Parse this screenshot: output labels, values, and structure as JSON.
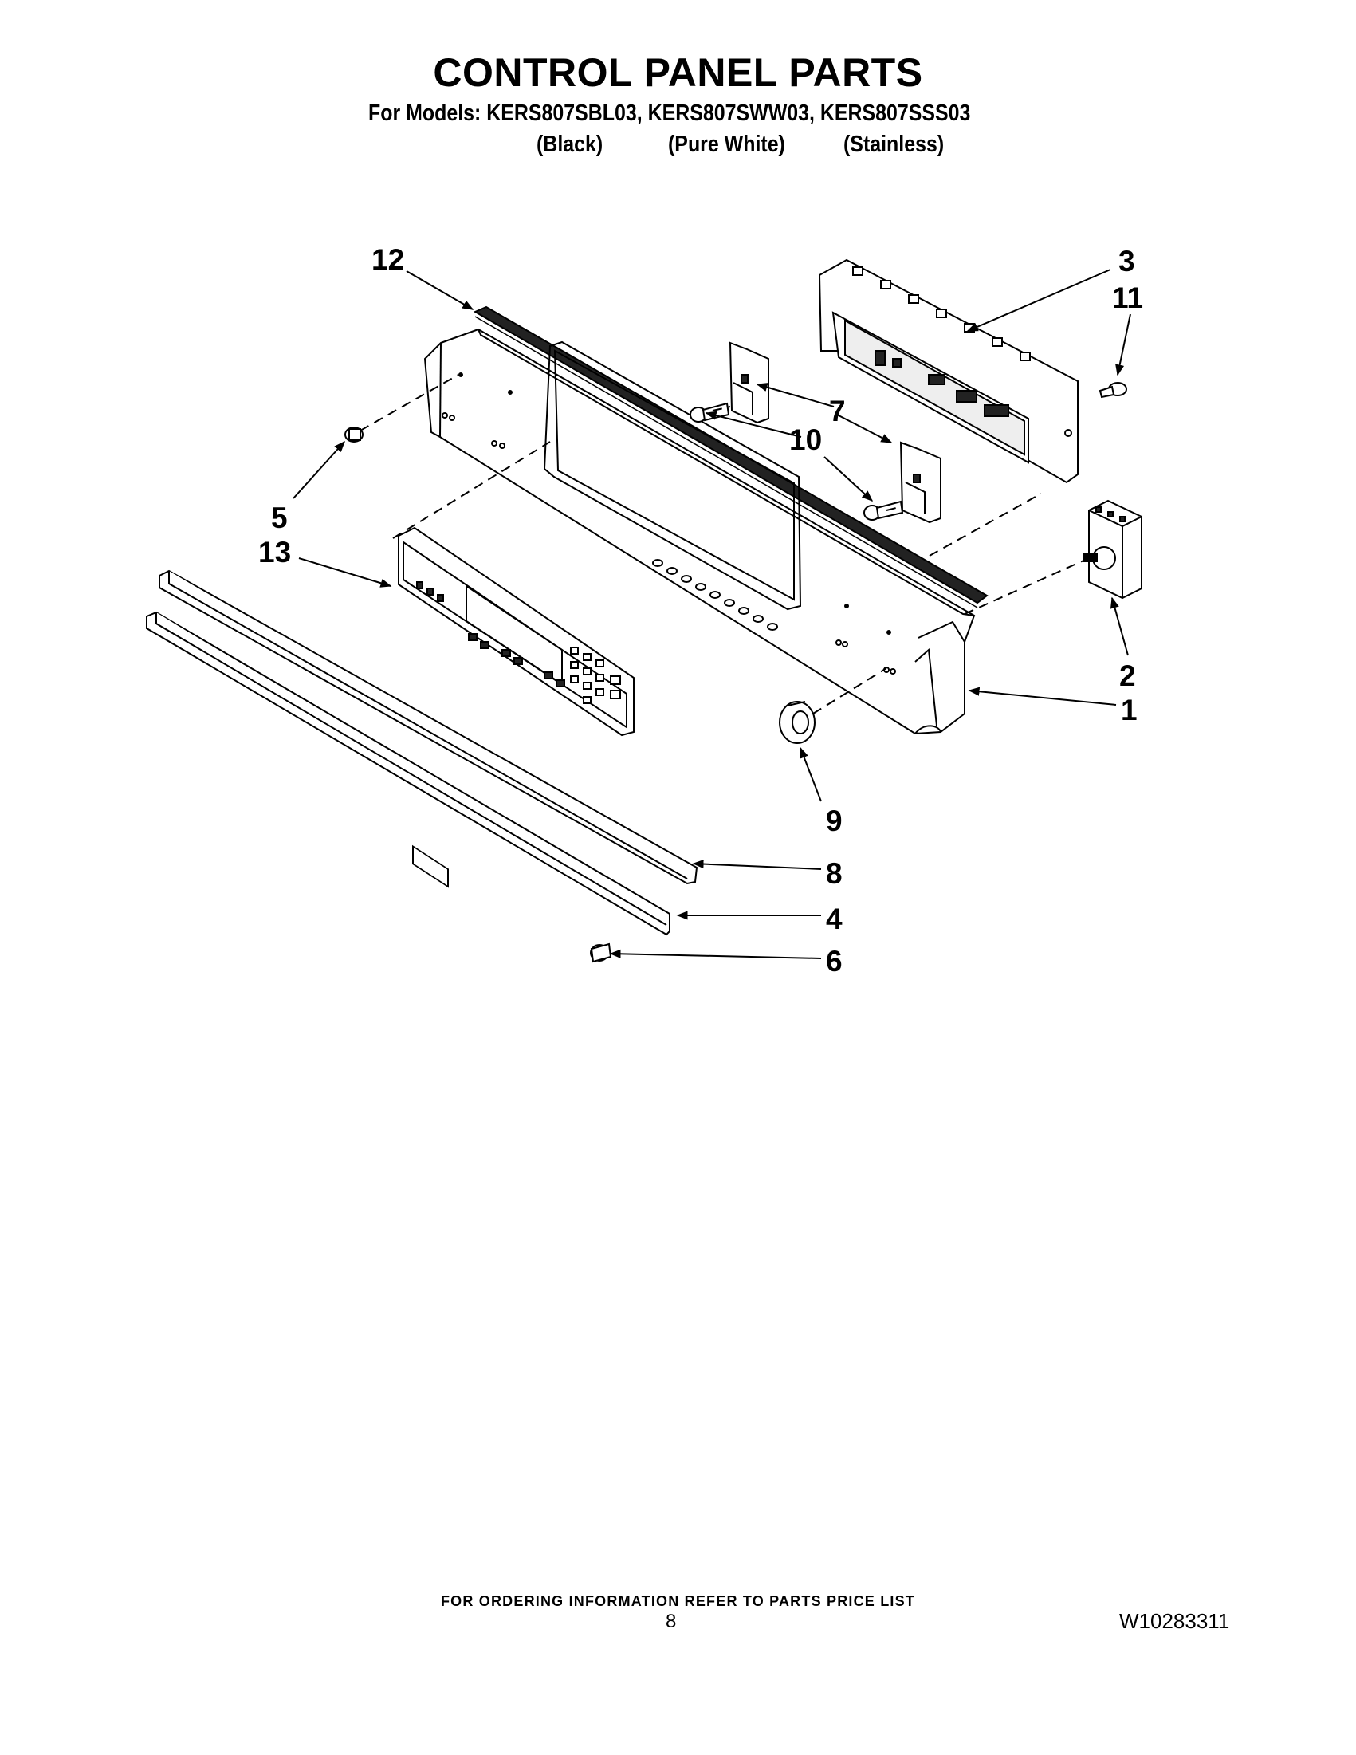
{
  "header": {
    "title": "CONTROL PANEL PARTS",
    "models_line": "For Models: KERS807SBL03, KERS807SWW03, KERS807SSS03",
    "variants": [
      "(Black)",
      "(Pure White)",
      "(Stainless)"
    ]
  },
  "callouts": [
    "12",
    "3",
    "11",
    "7",
    "10",
    "5",
    "13",
    "2",
    "1",
    "9",
    "8",
    "4",
    "6"
  ],
  "footer": {
    "ordering_note": "FOR ORDERING INFORMATION REFER TO PARTS PRICE LIST",
    "page_number": "8",
    "document_number": "W10283311"
  },
  "colors": {
    "ink": "#000000",
    "paper": "#ffffff"
  }
}
